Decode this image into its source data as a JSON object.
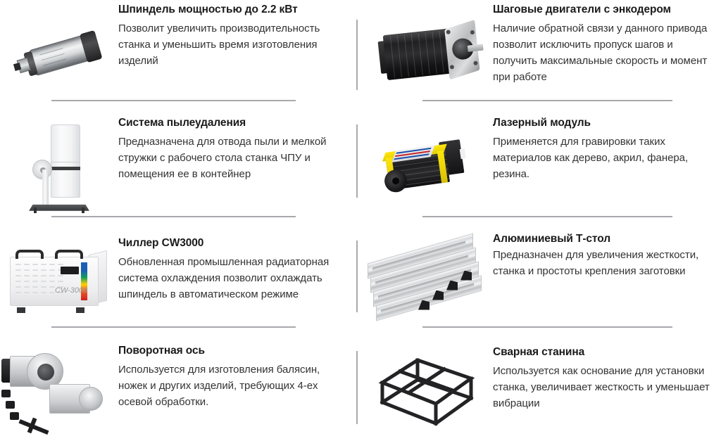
{
  "page": {
    "background": "#ffffff",
    "title_color": "#1a1a1a",
    "text_color": "#333333",
    "rule_color": "#a9a9ad",
    "columns": 2,
    "rows": 4
  },
  "features": [
    {
      "id": "spindle",
      "image_name": "spindle-motor-image",
      "title": "Шпиндель мощностью до 2.2 кВт",
      "description": "Позволит увеличить производительность станка и уменьшить время изготовления изделий"
    },
    {
      "id": "stepper",
      "image_name": "stepper-motor-image",
      "title": "Шаговые двигатели с энкодером",
      "description": "Наличие обратной связи у данного привода позволит исключить пропуск шагов и получить максимальные скорость и момент при работе"
    },
    {
      "id": "dust-extraction",
      "image_name": "dust-collector-image",
      "title": "Система пылеудаления",
      "description": "Предназначена для отвода пыли и мелкой стружки с рабочего стола станка ЧПУ и помещения ее в контейнер"
    },
    {
      "id": "laser-module",
      "image_name": "laser-module-image",
      "title": "Лазерный модуль",
      "description": "Применяется для гравировки таких материалов как дерево, акрил, фанера, резина."
    },
    {
      "id": "chiller",
      "image_name": "chiller-cw3000-image",
      "title": "Чиллер CW3000",
      "description": "Обновленная промышленная радиаторная система охлаждения позволит охлаждать шпиндель в автоматическом режиме",
      "image_label": "CW-3000"
    },
    {
      "id": "t-slot-table",
      "image_name": "aluminium-t-slot-table-image",
      "title": "Алюминиевый Т-стол",
      "description": "Предназначен для увеличения жесткости, станка и простоты крепления заготовки"
    },
    {
      "id": "rotary-axis",
      "image_name": "rotary-axis-image",
      "title": "Поворотная ось",
      "description": "Используется для изготовления балясин, ножек и других изделий, требующих 4-ex осевой обработки."
    },
    {
      "id": "welded-bed",
      "image_name": "welded-steel-frame-image",
      "title": "Сварная станина",
      "description": "Используется как основание для установки станка, увеличивает жесткость и уменьшает вибрации"
    }
  ]
}
